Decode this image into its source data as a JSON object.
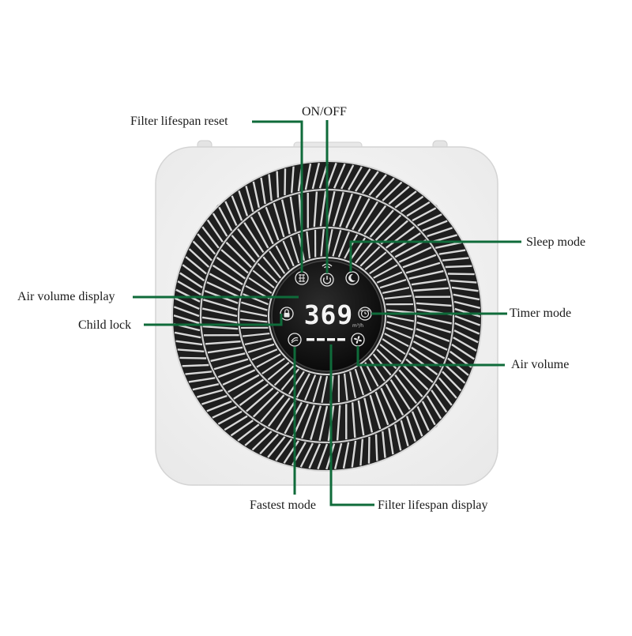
{
  "display": {
    "value": "369",
    "unit": "m³/h"
  },
  "colors": {
    "leader": "#0f6b3a",
    "body": "#f2f2f2",
    "grille": "#2a2a2a"
  },
  "icons": [
    "filter-reset-icon",
    "wifi-icon",
    "power-icon",
    "sleep-icon",
    "child-lock-icon",
    "timer-icon",
    "fastest-mode-icon",
    "fan-icon"
  ],
  "labels": {
    "filter_reset": "Filter lifespan reset",
    "on_off": "ON/OFF",
    "sleep_mode": "Sleep mode",
    "air_volume_display": "Air volume display",
    "child_lock": "Child lock",
    "timer_mode": "Timer mode",
    "air_volume": "Air volume",
    "fastest_mode": "Fastest mode",
    "filter_lifespan_display": "Filter lifespan display"
  }
}
